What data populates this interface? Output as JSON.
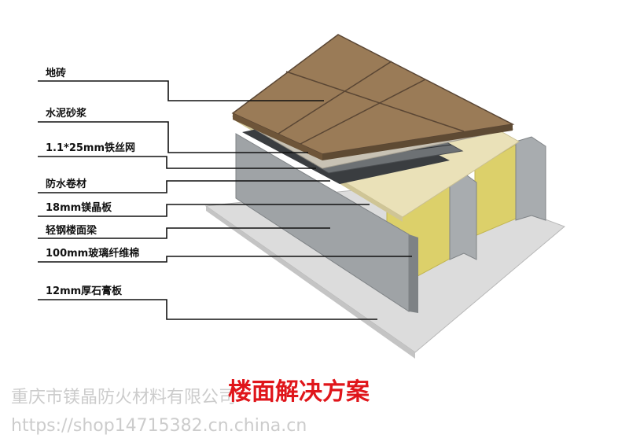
{
  "layers": [
    {
      "label": "地砖"
    },
    {
      "label": "水泥砂浆"
    },
    {
      "label": "1.1*25mm铁丝网"
    },
    {
      "label": "防水卷材"
    },
    {
      "label": "18mm镁晶板"
    },
    {
      "label": "轻钢楼面梁"
    },
    {
      "label": "100mm玻璃纤维棉"
    },
    {
      "label": "12mm厚石膏板"
    }
  ],
  "title": "楼面解决方案",
  "watermark": {
    "company": "重庆市镁晶防火材料有限公司",
    "url": "https://shop14715382.cn.china.cn"
  },
  "colors": {
    "tile": "#9a7b57",
    "tile_grout": "#5a4634",
    "mortar": "#c8c2b4",
    "steel": "#9fa3a6",
    "board": "#eae1b8",
    "insulation": "#dcd06a",
    "gypsum": "#dcdcdc",
    "title": "#e0161b"
  }
}
